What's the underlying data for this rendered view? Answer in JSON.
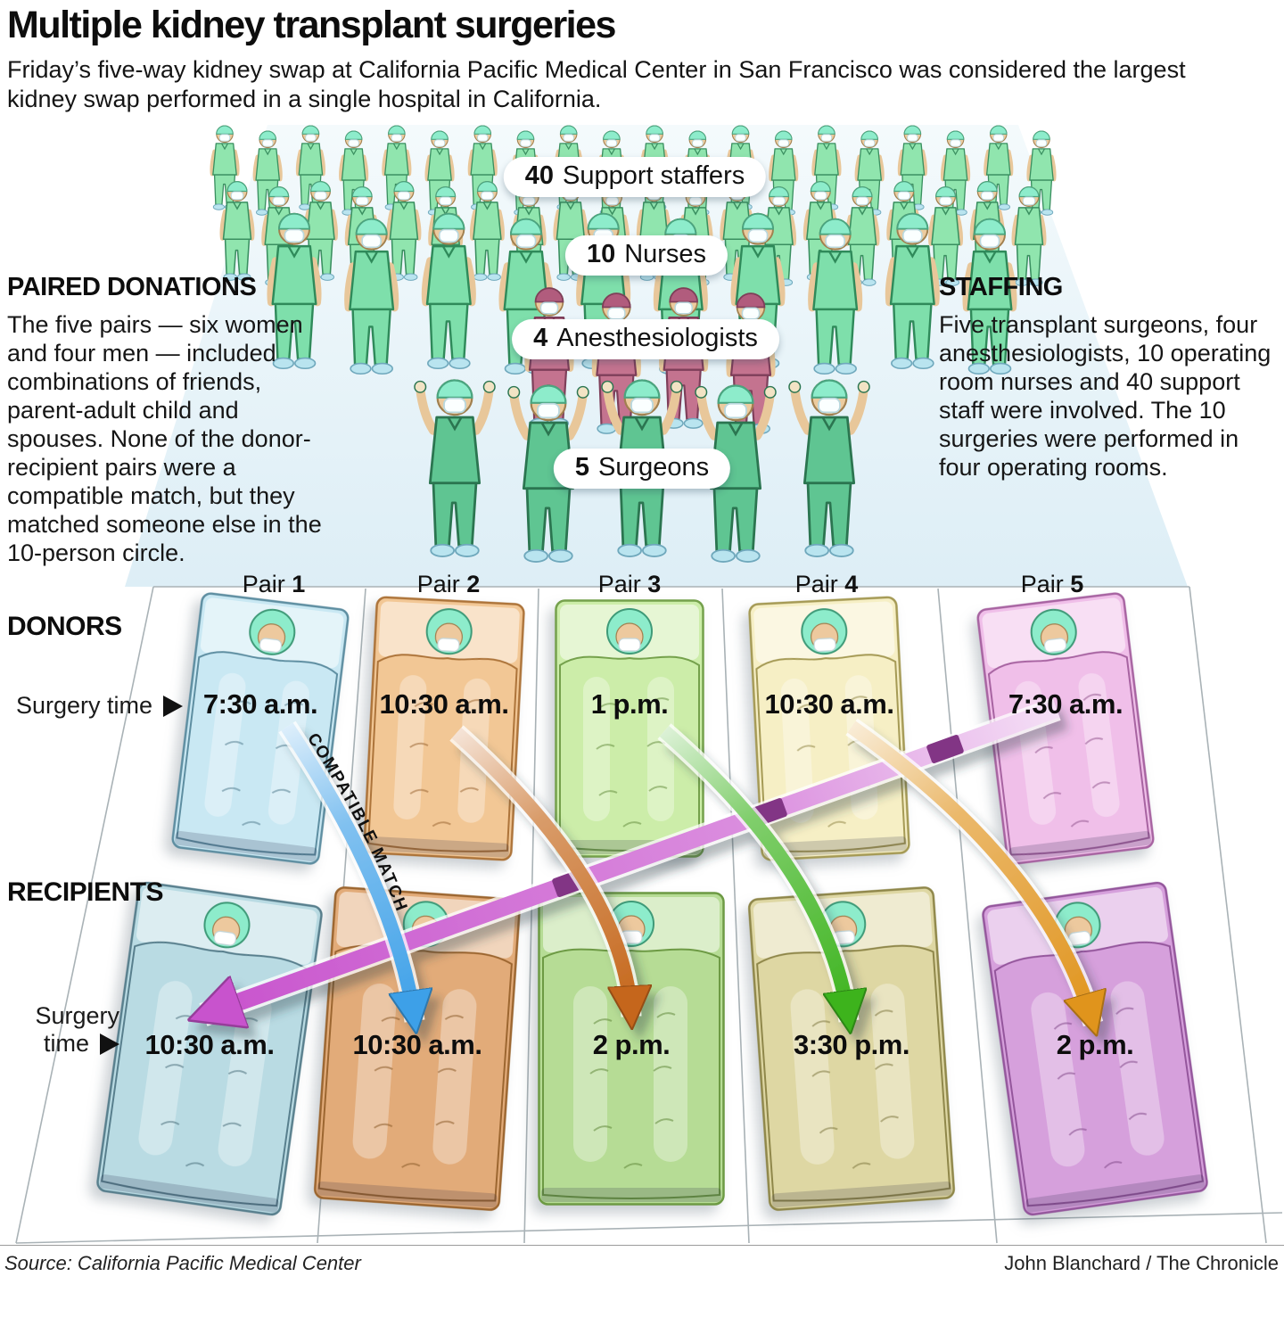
{
  "header": {
    "title": "Multiple kidney transplant surgeries",
    "subtitle": "Friday’s five-way kidney swap at California Pacific Medical Center in San Francisco was considered the largest kidney swap performed in a single hospital in California."
  },
  "staff": {
    "pills": [
      {
        "number": "40",
        "text": "Support staffers"
      },
      {
        "number": "10",
        "text": "Nurses"
      },
      {
        "number": "4",
        "text": "Anesthesiologists"
      },
      {
        "number": "5",
        "text": "Surgeons"
      }
    ],
    "figure_counts": {
      "support_staffers": 40,
      "nurses": 10,
      "anesthesiologists": 4,
      "surgeons": 5
    }
  },
  "sections": {
    "paired_donations": {
      "heading": "PAIRED DONATIONS",
      "body": "The five pairs — six women and four men — included combinations of friends, parent-adult child and spouses. None of the donor-recipient pairs were a compatible match, but they matched someone else in the 10-person circle."
    },
    "staffing": {
      "heading": "STAFFING",
      "body": "Five transplant surgeons, four anesthesiologists, 10 operating room nurses and 40 support staff were involved. The 10 surgeries were performed in four operating rooms."
    }
  },
  "labels": {
    "donors": "DONORS",
    "recipients": "RECIPIENTS",
    "surgery_time": "Surgery time",
    "recipient_line1": "Surgery",
    "recipient_line2": "time"
  },
  "pairs": [
    {
      "label": "Pair",
      "number": "1",
      "donor_time": "7:30 a.m.",
      "recipient_time": "10:30 a.m.",
      "donor_fill": "#c9e8f3",
      "donor_edge": "#5e8ea1",
      "recipient_fill": "#b9dbe3",
      "recipient_edge": "#587f8d"
    },
    {
      "label": "Pair",
      "number": "2",
      "donor_time": "10:30 a.m.",
      "recipient_time": "10:30 a.m.",
      "donor_fill": "#f2c795",
      "donor_edge": "#ad743a",
      "recipient_fill": "#e2ab79",
      "recipient_edge": "#9c6630"
    },
    {
      "label": "Pair",
      "number": "3",
      "donor_time": "1 p.m.",
      "recipient_time": "2 p.m.",
      "donor_fill": "#cceda9",
      "donor_edge": "#75a14c",
      "recipient_fill": "#b6dc95",
      "recipient_edge": "#6d9a44"
    },
    {
      "label": "Pair",
      "number": "4",
      "donor_time": "10:30 a.m.",
      "recipient_time": "3:30 p.m.",
      "donor_fill": "#f6efc5",
      "donor_edge": "#a59a55",
      "recipient_fill": "#ded7a3",
      "recipient_edge": "#8f874a"
    },
    {
      "label": "Pair",
      "number": "5",
      "donor_time": "7:30 a.m.",
      "recipient_time": "2 p.m.",
      "donor_fill": "#f0bfe9",
      "donor_edge": "#a763a1",
      "recipient_fill": "#d6a0dc",
      "recipient_edge": "#94569c"
    }
  ],
  "matches": [
    {
      "donor_pair": 1,
      "recipient_pair": 2,
      "color": "#3da0e8",
      "label": "COMPATIBLE MATCH"
    },
    {
      "donor_pair": 2,
      "recipient_pair": 3,
      "color": "#c5661a"
    },
    {
      "donor_pair": 3,
      "recipient_pair": 4,
      "color": "#3cb31d"
    },
    {
      "donor_pair": 4,
      "recipient_pair": 5,
      "color": "#e0941d"
    },
    {
      "donor_pair": 5,
      "recipient_pair": 1,
      "color": "#c853cd"
    }
  ],
  "footer": {
    "source": "Source: California Pacific Medical Center",
    "credit": "John Blanchard / The Chronicle"
  }
}
